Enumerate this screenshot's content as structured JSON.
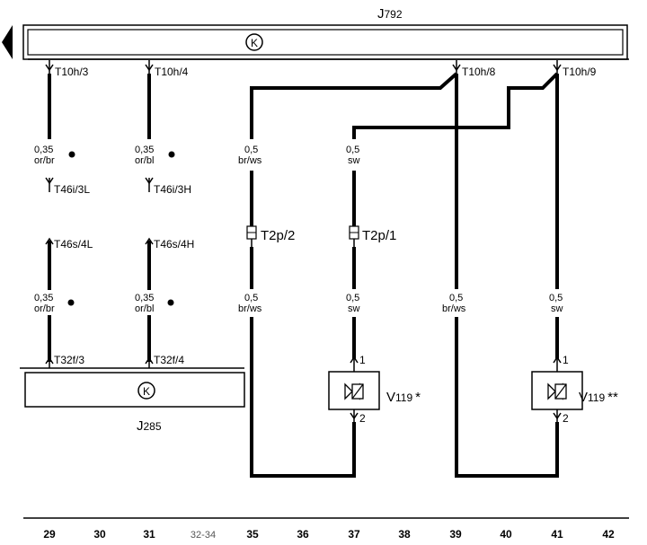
{
  "modules": {
    "top": {
      "name": "J",
      "sub": "792",
      "symbol": "K"
    },
    "bottom": {
      "name": "J",
      "sub": "285",
      "symbol": "K"
    }
  },
  "connectors": {
    "t10h3": "T10h/3",
    "t10h4": "T10h/4",
    "t10h8": "T10h/8",
    "t10h9": "T10h/9",
    "t46i3l": "T46i/3L",
    "t46i3h": "T46i/3H",
    "t46s4l": "T46s/4L",
    "t46s4h": "T46s/4H",
    "t32f3": "T32f/3",
    "t32f4": "T32f/4",
    "t2p2": "T2p/2",
    "t2p1": "T2p/1"
  },
  "wires": {
    "w1_top_size": "0,35",
    "w1_top_color": "or/br",
    "w2_top_size": "0,35",
    "w2_top_color": "or/bl",
    "w1_bot_size": "0,35",
    "w1_bot_color": "or/br",
    "w2_bot_size": "0,35",
    "w2_bot_color": "or/bl",
    "w3_top_size": "0,5",
    "w3_top_color": "br/ws",
    "w3_bot_size": "0,5",
    "w3_bot_color": "br/ws",
    "w4_top_size": "0,5",
    "w4_top_color": "sw",
    "w4_bot_size": "0,5",
    "w4_bot_color": "sw",
    "w5_size": "0,5",
    "w5_color": "br/ws",
    "w6_size": "0,5",
    "w6_color": "sw"
  },
  "components": {
    "v119a": {
      "name": "V",
      "sub": "119",
      "mark": "*",
      "pin1": "1",
      "pin2": "2"
    },
    "v119b": {
      "name": "V",
      "sub": "119",
      "mark": "**",
      "pin1": "1",
      "pin2": "2"
    }
  },
  "tracks": [
    "29",
    "30",
    "31",
    "32-34",
    "35",
    "36",
    "37",
    "38",
    "39",
    "40",
    "41",
    "42"
  ]
}
